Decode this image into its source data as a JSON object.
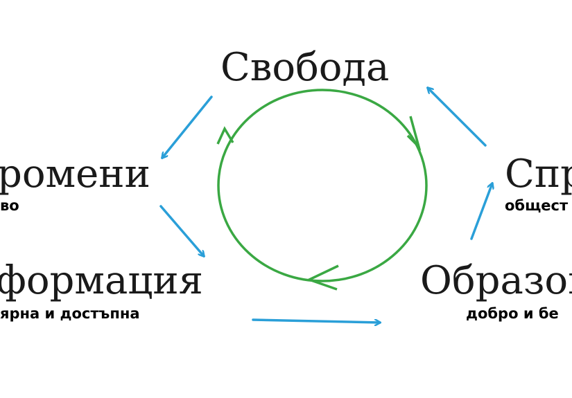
{
  "colors": {
    "cycle": "#3aa843",
    "arrows": "#2a9fd8",
    "text": "#1a1a1a"
  },
  "nodes": {
    "freedom": {
      "title": "Свобода"
    },
    "changes": {
      "title": "ромени",
      "subtitle": "во"
    },
    "information": {
      "title": "формация",
      "subtitle": "ярна и достъпна"
    },
    "justice": {
      "title": "Спр",
      "subtitle": "общест"
    },
    "education": {
      "title": "Образов",
      "subtitle": "добро и бе"
    }
  }
}
